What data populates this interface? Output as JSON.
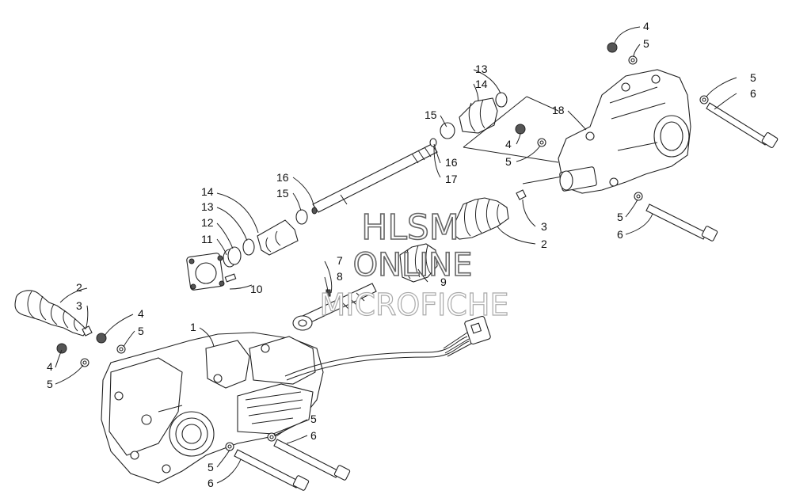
{
  "watermark": {
    "line1": "HLSM",
    "line2": "ONLINE",
    "line3": "MICROFICHE"
  },
  "callouts": {
    "c1": "1",
    "c2a": "2",
    "c2b": "2",
    "c3a": "3",
    "c3b": "3",
    "c4a": "4",
    "c4b": "4",
    "c4c": "4",
    "c4d": "4",
    "c5a": "5",
    "c5b": "5",
    "c5c": "5",
    "c5d": "5",
    "c5e": "5",
    "c5f": "5",
    "c5g": "5",
    "c5h": "5",
    "c6a": "6",
    "c6b": "6",
    "c6c": "6",
    "c6d": "6",
    "c7": "7",
    "c8": "8",
    "c9": "9",
    "c10": "10",
    "c11": "11",
    "c12": "12",
    "c13a": "13",
    "c13b": "13",
    "c14a": "14",
    "c14b": "14",
    "c15a": "15",
    "c15b": "15",
    "c16a": "16",
    "c16b": "16",
    "c17": "17",
    "c18": "18"
  }
}
